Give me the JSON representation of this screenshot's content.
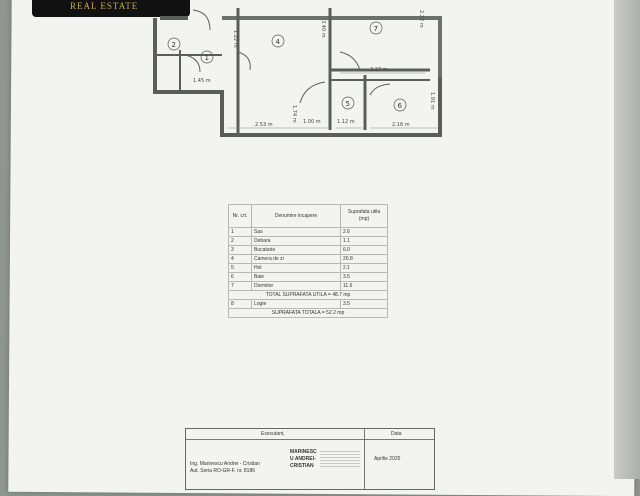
{
  "logo": {
    "text": "REAL ESTATE"
  },
  "plan": {
    "rooms": [
      "1",
      "2",
      "4",
      "5",
      "6",
      "7"
    ],
    "dims": [
      "1.45",
      "2.53",
      "1.00",
      "1.12",
      "2.16",
      "3.37",
      "1.74",
      "3.40",
      "1.22",
      "2.22",
      "1.91"
    ]
  },
  "table": {
    "headers": [
      "Nr. crt.",
      "Denumire incapere",
      "Suprafata utila (mp)"
    ],
    "rows": [
      {
        "nr": "1",
        "name": "Sas",
        "area": "2.6"
      },
      {
        "nr": "2",
        "name": "Debara",
        "area": "1.1"
      },
      {
        "nr": "3",
        "name": "Bucatarie",
        "area": "6.0"
      },
      {
        "nr": "4",
        "name": "Camera de zi",
        "area": "20.8"
      },
      {
        "nr": "5",
        "name": "Hol",
        "area": "2.1"
      },
      {
        "nr": "6",
        "name": "Baie",
        "area": "3.5"
      },
      {
        "nr": "7",
        "name": "Dormitor",
        "area": "11.6"
      }
    ],
    "total_util": "TOTAL SUPRAFATA UTILA = 48.7 mp",
    "logia": {
      "nr": "8",
      "name": "Logie",
      "area": "3.5"
    },
    "total": "SUPRAFATA TOTALA = 52.2 mp"
  },
  "stamp": {
    "executant_label": "Executant,",
    "data_label": "Data",
    "engineer": "Ing. Marinescu Andrei - Cristian",
    "auth": "Aut. Seria RO-GR-F, nr. 8186",
    "seal_name_1": "MARINESC",
    "seal_name_2": "U ANDREI-",
    "seal_name_3": "CRISTIAN",
    "date": "Aprilie 2025"
  }
}
